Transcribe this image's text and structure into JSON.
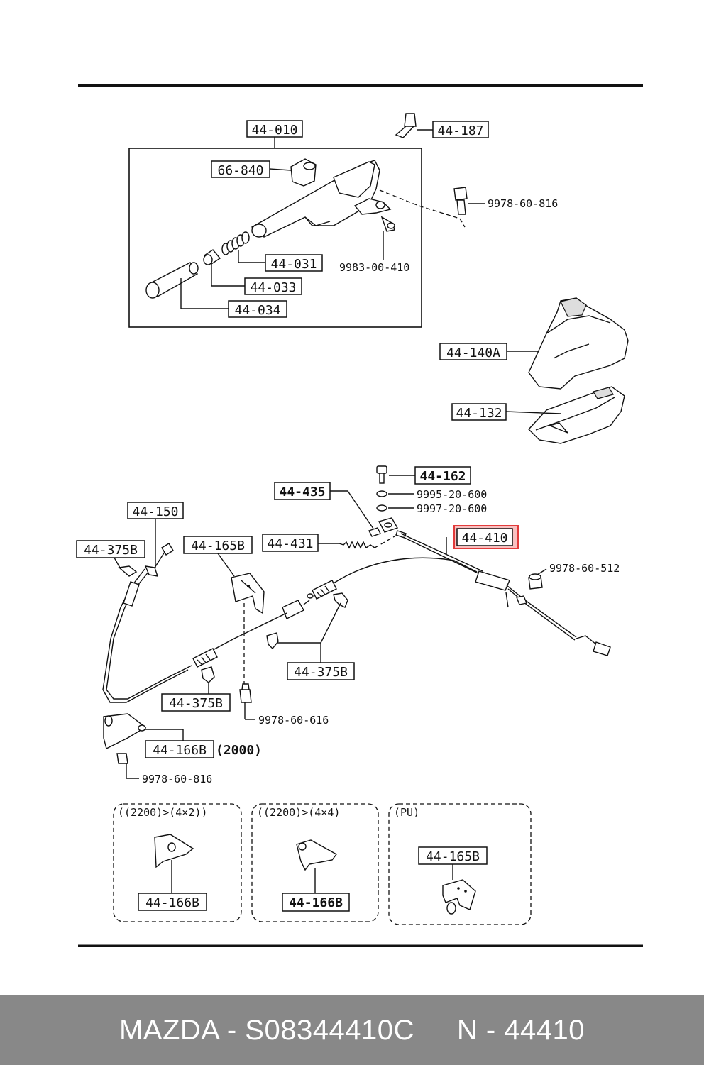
{
  "accent_color": "#e23b3b",
  "callouts": {
    "c44010": "44-010",
    "c44187": "44-187",
    "c66840": "66-840",
    "c9978_60_816_top": "9978-60-816",
    "c44031": "44-031",
    "c9983_00_410": "9983-00-410",
    "c44033": "44-033",
    "c44034": "44-034",
    "c44140a": "44-140A",
    "c44132": "44-132",
    "c44162": "44-162",
    "c44435": "44-435",
    "c9995_20_600": "9995-20-600",
    "c9997_20_600": "9997-20-600",
    "c44150": "44-150",
    "c44165b": "44-165B",
    "c44431": "44-431",
    "c44410": "44-410",
    "c44375b_left": "44-375B",
    "c9978_60_512": "9978-60-512",
    "c44375b_right": "44-375B",
    "c44375b_bottom": "44-375B",
    "c9978_60_616": "9978-60-616",
    "c44166b": "44-166B",
    "c2000": "(2000)",
    "c9978_60_816_bottom": "9978-60-816"
  },
  "insets": [
    {
      "title": "((2200)>(4×2))",
      "part": "44-166B"
    },
    {
      "title": "((2200)>(4×4)",
      "part": "44-166B"
    },
    {
      "title": "(PU)",
      "part": "44-165B"
    }
  ],
  "footer": {
    "part_line": "MAZDA - S08344410C",
    "ref_line": "N - 44410"
  }
}
